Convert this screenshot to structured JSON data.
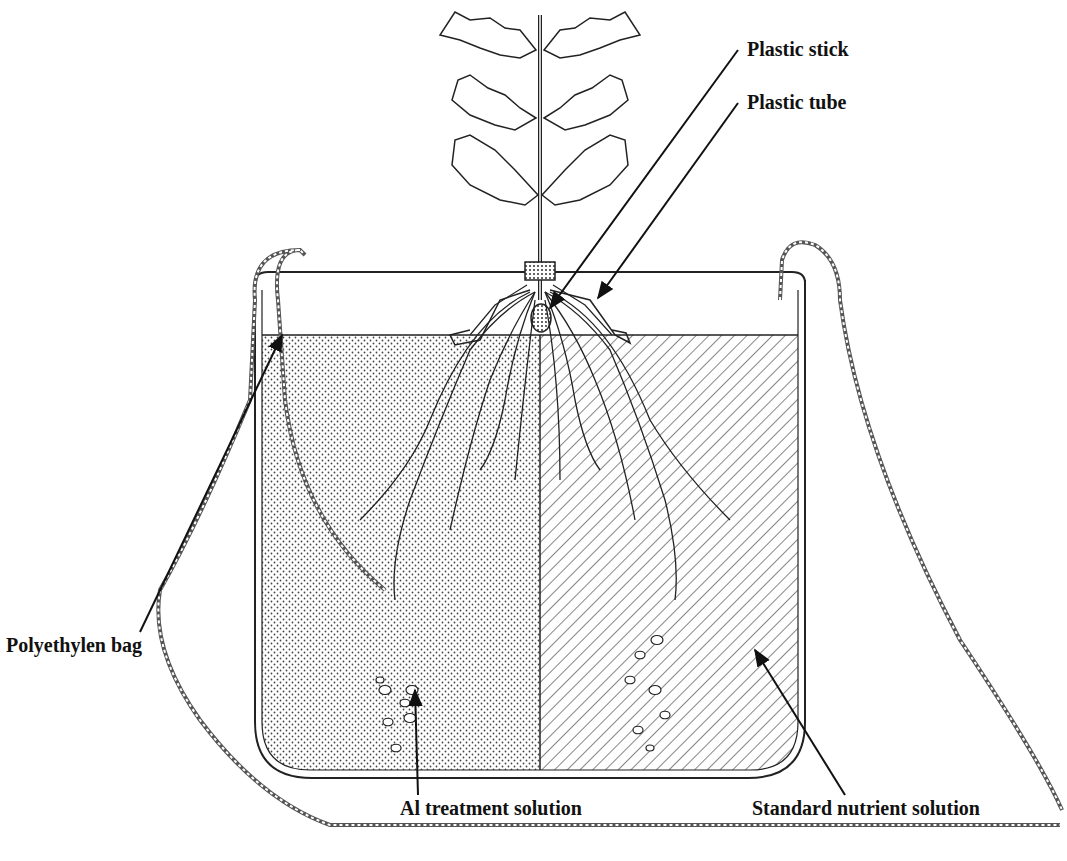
{
  "diagram": {
    "labels": [
      "Plastic stick",
      "Plastic tube",
      "Polyethylen bag",
      "Al treatment solution",
      "Standard nutrient solution"
    ]
  }
}
